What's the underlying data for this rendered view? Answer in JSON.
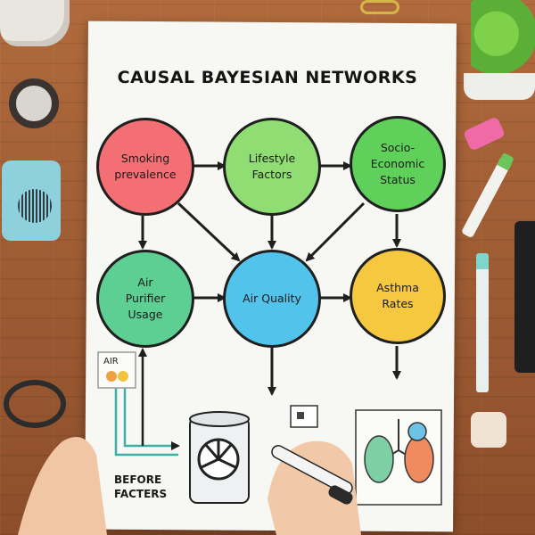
{
  "title": "CAUSAL BAYESIAN NETWORKS",
  "nodes": {
    "smoking": "Smoking\nprevalence",
    "lifestyle": "Lifestyle\nFactors",
    "socio": "Socio-\nEconomic\nStatus",
    "purifier": "Air\nPurifier\nUsage",
    "air_quality": "Air Quality",
    "asthma": "Asthma\nRates"
  },
  "sketch": {
    "small_box_label": "AIR",
    "caption": "BEFORE\nFACTERS"
  },
  "colors": {
    "smoking": "#f36f73",
    "lifestyle": "#8fdd73",
    "socio": "#5fd05a",
    "purifier": "#5dcf93",
    "air_quality": "#52c3ea",
    "asthma": "#f5c83f"
  }
}
